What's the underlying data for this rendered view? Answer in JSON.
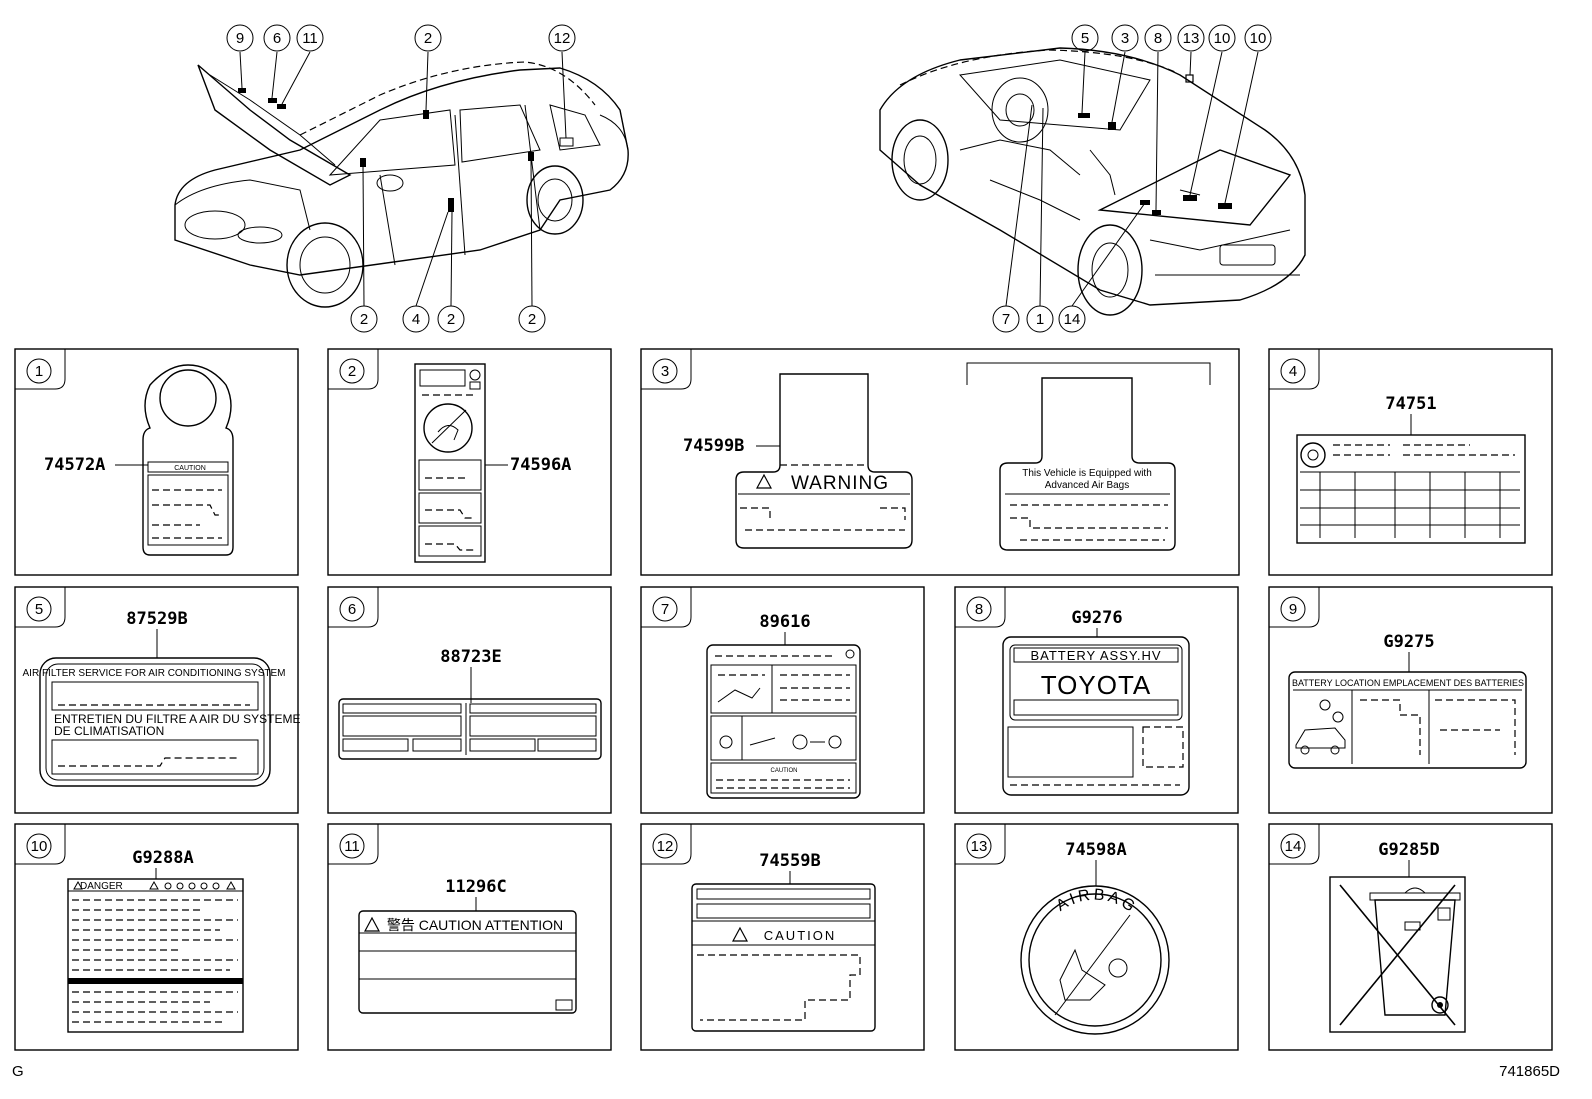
{
  "callouts_left": [
    "9",
    "6",
    "11",
    "2",
    "12",
    "2",
    "4",
    "2",
    "2"
  ],
  "callouts_right": [
    "5",
    "3",
    "8",
    "13",
    "10",
    "10",
    "7",
    "1",
    "14"
  ],
  "panels": [
    {
      "index": "1",
      "part": "74572A",
      "texts": [
        "CAUTION"
      ]
    },
    {
      "index": "2",
      "part": "74596A",
      "texts": []
    },
    {
      "index": "3",
      "part": "74599B",
      "texts": [
        "WARNING",
        "This Vehicle is Equipped with",
        "Advanced Air Bags"
      ]
    },
    {
      "index": "4",
      "part": "74751",
      "texts": []
    },
    {
      "index": "5",
      "part": "87529B",
      "texts": [
        "AIR FILTER SERVICE FOR AIR CONDITIONING SYSTEM",
        "ENTRETIEN DU FILTRE A AIR DU SYSTEME",
        "DE CLIMATISATION"
      ]
    },
    {
      "index": "6",
      "part": "88723E",
      "texts": []
    },
    {
      "index": "7",
      "part": "89616",
      "texts": [
        "CAUTION"
      ]
    },
    {
      "index": "8",
      "part": "G9276",
      "texts": [
        "BATTERY ASSY.HV",
        "TOYOTA"
      ]
    },
    {
      "index": "9",
      "part": "G9275",
      "texts": [
        "BATTERY LOCATION  EMPLACEMENT DES BATTERIES"
      ]
    },
    {
      "index": "10",
      "part": "G9288A",
      "texts": [
        "DANGER"
      ]
    },
    {
      "index": "11",
      "part": "11296C",
      "texts": [
        "警告 CAUTION ATTENTION"
      ]
    },
    {
      "index": "12",
      "part": "74559B",
      "texts": [
        "CAUTION"
      ]
    },
    {
      "index": "13",
      "part": "74598A",
      "texts": [
        "AIRBAG"
      ]
    },
    {
      "index": "14",
      "part": "G9285D",
      "texts": []
    }
  ],
  "footer": {
    "left": "G",
    "right": "741865D"
  }
}
